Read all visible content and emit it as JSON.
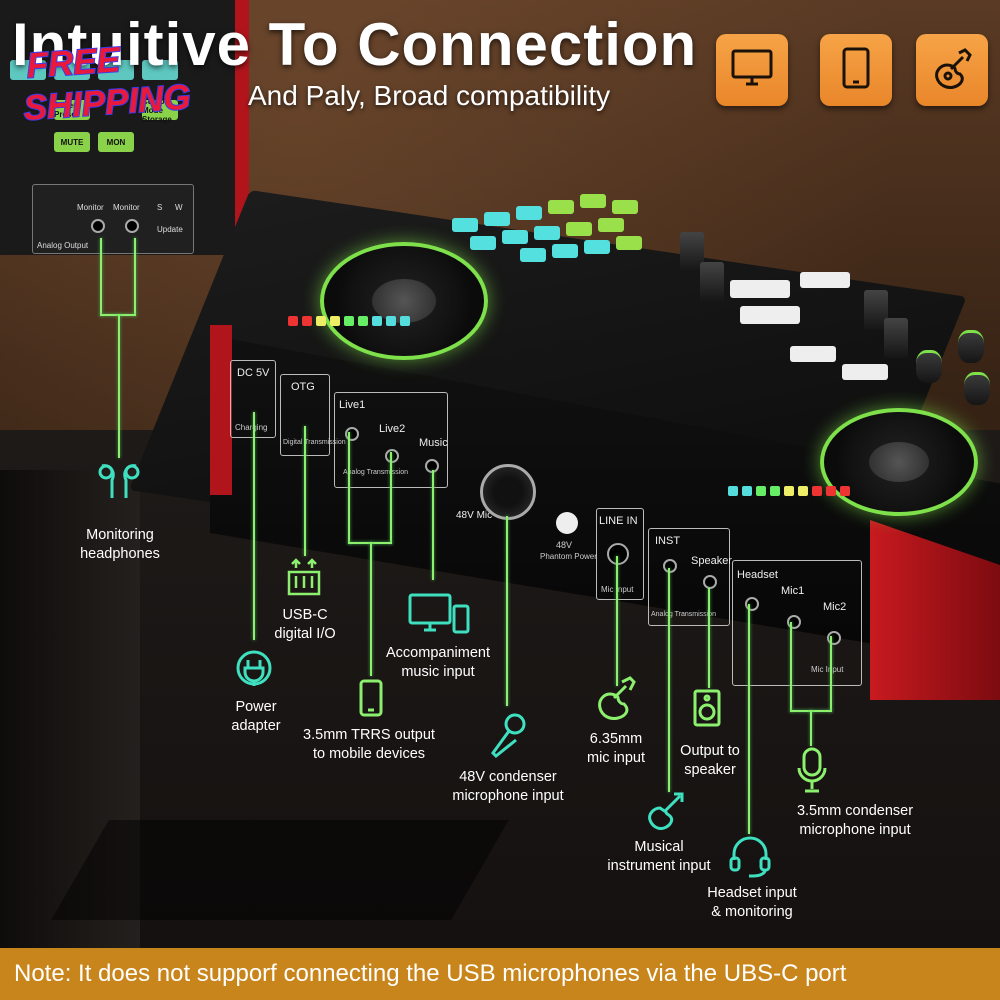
{
  "header": {
    "title": "Intuitive To Connection",
    "subtitle": "And Paly, Broad compatibility",
    "badge_line1": "FREE",
    "badge_line2": "SHIPPING",
    "top_icons": [
      "monitor-icon",
      "tablet-icon",
      "guitar-icon"
    ]
  },
  "small_device": {
    "panel_labels": [
      "Monitor",
      "Monitor",
      "S",
      "W",
      "Update",
      "Analog Output"
    ],
    "key_labels": [
      "MUTE",
      "MON",
      "Reverb Preset",
      "Custom Mode Storage"
    ]
  },
  "device": {
    "ports": {
      "dc": "DC 5V",
      "dc_sub": "Charging",
      "otg": "OTG",
      "otg_sub": "Digital Transmission",
      "live1": "Live1",
      "live2": "Live2",
      "live_sub": "Analog Transmission",
      "music": "Music",
      "mic48": "48V Mic",
      "phantom": "48V",
      "phantom_sub": "Phantom Power",
      "linein": "LINE IN",
      "linein_sub": "Mic Input",
      "inst": "INST",
      "speaker": "Speaker",
      "inst_sub": "Analog Transmission",
      "headset": "Headset",
      "mic1": "Mic1",
      "mic2": "Mic2",
      "mic_sub": "Mic Input"
    }
  },
  "callouts": {
    "monitoring": "Monitoring\nheadphones",
    "usbc": "USB-C\ndigital I/O",
    "power": "Power\nadapter",
    "trrs": "3.5mm TRRS output\nto mobile devices",
    "accomp": "Accompaniment\nmusic input",
    "condenser48": "48V condenser\nmicrophone input",
    "mic635": "6.35mm\nmic input",
    "speaker_out": "Output to\nspeaker",
    "instrument": "Musical\ninstrument input",
    "headset": "Headset input\n& monitoring",
    "condenser35": "3.5mm condenser\nmicrophone input"
  },
  "note": "Note: It does not supporf connecting the USB microphones via the UBS-C port",
  "colors": {
    "accent_green": "#8cf06e",
    "tile_orange": "#f09a3c",
    "note_bar": "#c8851b",
    "badge_red": "#e9193c",
    "badge_blue": "#3a3cf0",
    "device_red": "#b0151b"
  }
}
